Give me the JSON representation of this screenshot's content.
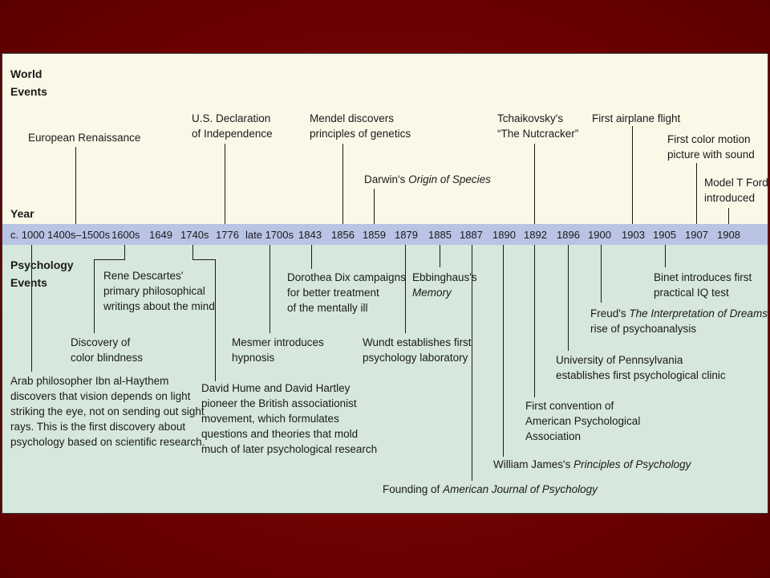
{
  "headers": {
    "world_events_line1": "World",
    "world_events_line2": "Events",
    "year": "Year",
    "psychology_events_line1": "Psychology",
    "psychology_events_line2": "Events"
  },
  "years": [
    "c. 1000",
    "1400s–1500s",
    "1600s",
    "1649",
    "1740s",
    "1776",
    "late 1700s",
    "1843",
    "1856",
    "1859",
    "1879",
    "1885",
    "1887",
    "1890",
    "1892",
    "1896",
    "1900",
    "1903",
    "1905",
    "1907",
    "1908"
  ],
  "world_events": {
    "renaissance": "European Renaissance",
    "declaration_1": "U.S. Declaration",
    "declaration_2": "of Independence",
    "mendel_1": "Mendel discovers",
    "mendel_2": "principles of genetics",
    "darwin_pre": "Darwin's ",
    "darwin_title": "Origin of Species",
    "tchaikovsky_1": "Tchaikovsky's",
    "tchaikovsky_2": "“The Nutcracker”",
    "airplane": "First airplane flight",
    "color_motion_1": "First color motion",
    "color_motion_2": "picture with sound",
    "model_t_1": "Model T Ford",
    "model_t_2": "introduced"
  },
  "psychology_events": {
    "descartes_1": "Rene Descartes'",
    "descartes_2": "primary philosophical",
    "descartes_3": "writings about the mind",
    "color_blind_1": "Discovery of",
    "color_blind_2": "color blindness",
    "haythem_1": "Arab philosopher Ibn al-Haythem",
    "haythem_2": "discovers that vision depends on light",
    "haythem_3": "striking the eye, not on sending out sight",
    "haythem_4": "rays. This is the first discovery about",
    "haythem_5": "psychology based on scientific research.",
    "hume_1": "David Hume and David Hartley",
    "hume_2": "pioneer the British associationist",
    "hume_3": "movement, which formulates",
    "hume_4": "questions and theories that mold",
    "hume_5": "much of later psychological research",
    "mesmer_1": "Mesmer introduces",
    "mesmer_2": "hypnosis",
    "dix_1": "Dorothea Dix campaigns",
    "dix_2": "for better treatment",
    "dix_3": "of the mentally ill",
    "ebbinghaus_1": "Ebbinghaus's",
    "ebbinghaus_2": "Memory",
    "wundt_1": "Wundt establishes first",
    "wundt_2": "psychology laboratory",
    "ajp_pre": "Founding of ",
    "ajp_title": "American Journal of Psychology",
    "james_pre": "William James's ",
    "james_title": "Principles of Psychology",
    "apa_1": "First convention of",
    "apa_2": "American Psychological",
    "apa_3": "Association",
    "penn_1": "University of Pennsylvania",
    "penn_2": "establishes first psychological clinic",
    "freud_pre": "Freud's ",
    "freud_title": "The Interpretation of Dreams",
    "freud_post": ";",
    "freud_2": "rise of psychoanalysis",
    "binet_1": "Binet introduces first",
    "binet_2": "practical IQ test"
  }
}
